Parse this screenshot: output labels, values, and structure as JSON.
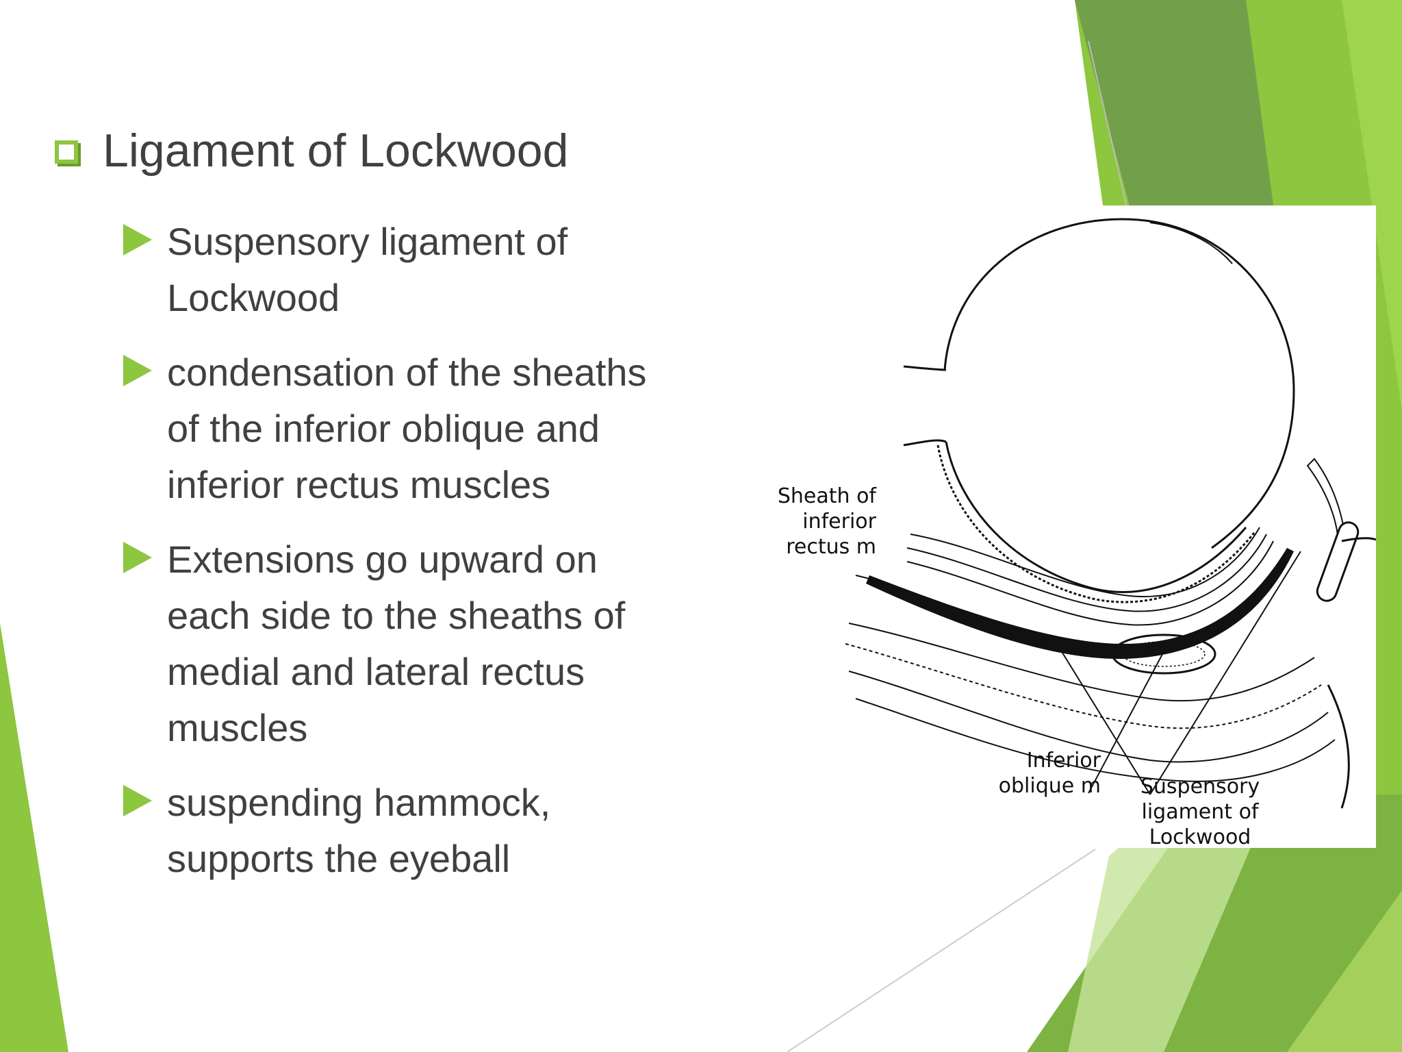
{
  "slide": {
    "title": "Ligament of Lockwood",
    "bullets": [
      {
        "lines": [
          "Suspensory ligament of",
          "Lockwood"
        ]
      },
      {
        "lines": [
          "condensation of the sheaths",
          "of the inferior oblique and",
          "inferior rectus muscles"
        ]
      },
      {
        "lines": [
          "Extensions go upward on",
          "each side to the sheaths of",
          "medial and lateral rectus",
          "muscles"
        ]
      },
      {
        "lines": [
          "suspending hammock,",
          "supports the eyeball"
        ]
      }
    ]
  },
  "figure": {
    "labels": {
      "sheath": [
        "Sheath of",
        "inferior",
        "rectus m"
      ],
      "inferior_oblique": [
        "Inferior",
        "oblique m"
      ],
      "suspensory": [
        "Suspensory",
        "ligament of",
        "Lockwood"
      ]
    }
  },
  "theme": {
    "accent": "#8dc63f",
    "accent_dark": "#6b9a2c",
    "text": "#404040"
  }
}
